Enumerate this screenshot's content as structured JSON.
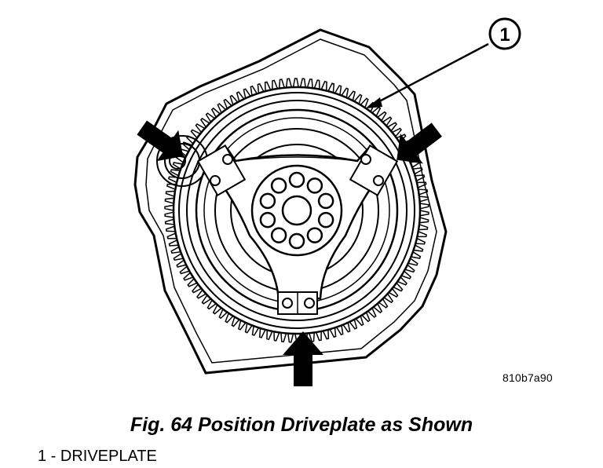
{
  "figure": {
    "callout_label": "1",
    "reference_code": "810b7a90",
    "arrow_icon": "solid-black-arrow-icon"
  },
  "caption": "Fig. 64 Position Driveplate as Shown",
  "legend": {
    "items": [
      {
        "text": "1 - DRIVEPLATE"
      }
    ]
  }
}
